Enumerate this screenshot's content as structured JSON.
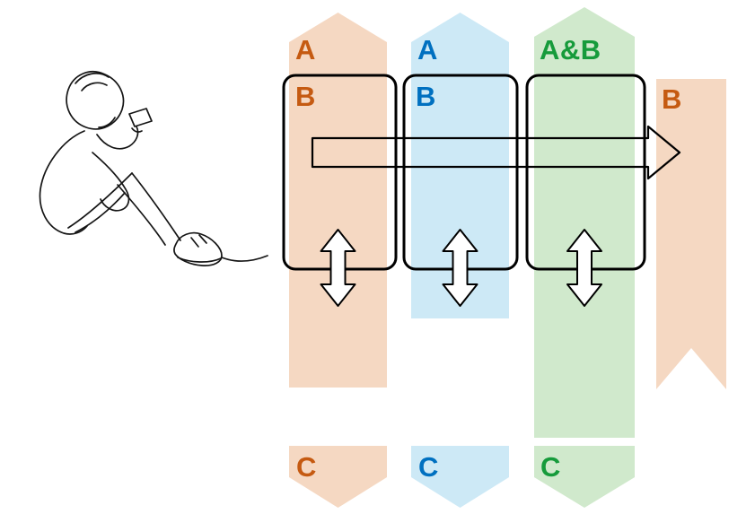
{
  "diagram": {
    "streams": {
      "left": {
        "top_label": "A",
        "box_label": "B",
        "bottom_label": "C"
      },
      "middle": {
        "top_label": "A",
        "box_label": "B",
        "bottom_label": "C"
      },
      "right": {
        "top_label": "A&B",
        "bottom_label": "C"
      },
      "outgoing": {
        "label": "B"
      }
    },
    "colors": {
      "orange_text": "#C55A11",
      "blue_text": "#0070C0",
      "green_text": "#169B3B",
      "peach_fill": "#F5D8C2",
      "lightblue_fill": "#CDE9F6",
      "lightgreen_fill": "#D0E9CC",
      "outline": "#000000"
    },
    "icons": {
      "person": "seated-person-with-phone-line-art",
      "flow_arrow": "horizontal-right-arrow",
      "exchange_arrow": "vertical-double-headed-arrow"
    }
  }
}
